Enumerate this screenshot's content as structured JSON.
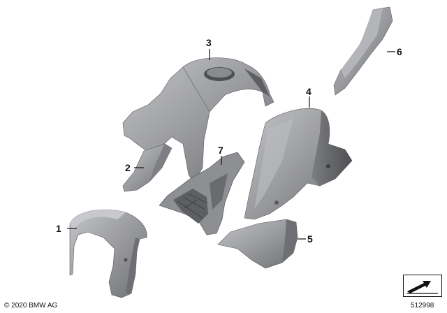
{
  "parts": [
    {
      "number": "1"
    },
    {
      "number": "2"
    },
    {
      "number": "3"
    },
    {
      "number": "4"
    },
    {
      "number": "5"
    },
    {
      "number": "6"
    },
    {
      "number": "7"
    }
  ],
  "footer": {
    "copyright": "© 2020 BMW AG",
    "diagram_id": "512998"
  },
  "icons": {
    "nav": "diagram-navigation-arrow-icon"
  },
  "colors": {
    "part_fill": "#9a9b9e",
    "part_shade": "#6e6f72",
    "part_highlight": "#c4c5c8",
    "line": "#111111"
  }
}
